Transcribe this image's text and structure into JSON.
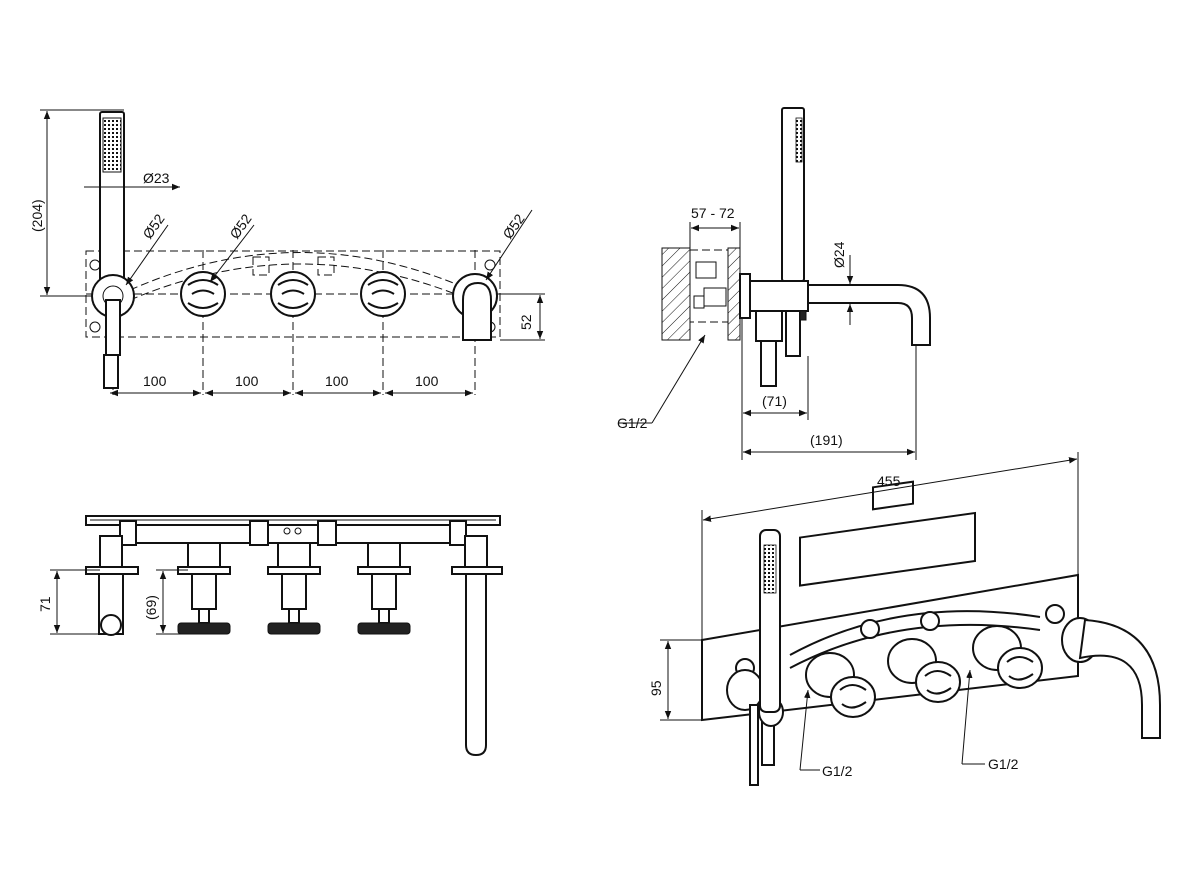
{
  "labels": {
    "front_width_1": "100",
    "front_width_2": "100",
    "front_width_3": "100",
    "front_width_4": "100",
    "handshower_height": "(204)",
    "handshower_dia": "Ø23",
    "rosette_dia_left": "Ø52",
    "rosette_dia_mid": "Ø52",
    "rosette_dia_right": "Ø52",
    "plate_height": "52",
    "wall_depth": "57 - 72",
    "spout_dia": "Ø24",
    "side_depth": "(71)",
    "spout_reach": "(191)",
    "side_connection": "G1/2",
    "top_depth_left": "71",
    "top_depth_mid": "(69)",
    "iso_width": "455",
    "iso_height": "95",
    "iso_conn_left": "G1/2",
    "iso_conn_right": "G1/2"
  }
}
